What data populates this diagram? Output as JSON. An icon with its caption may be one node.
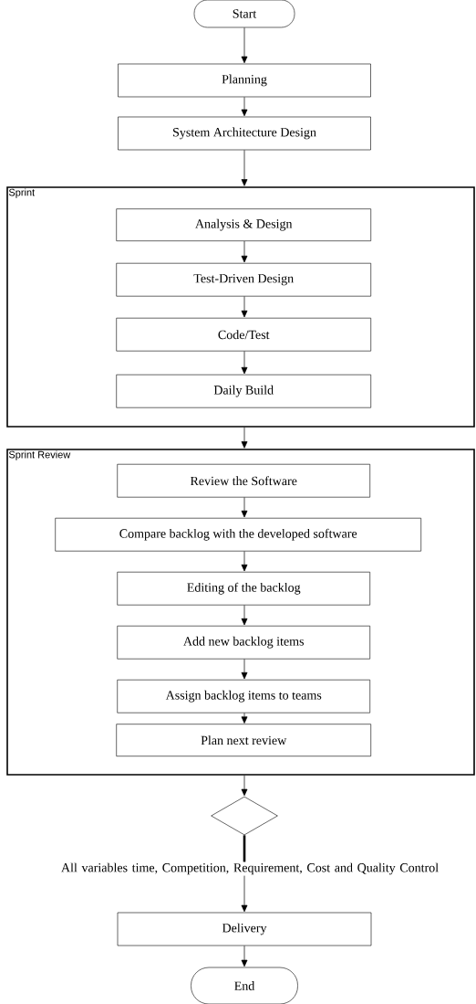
{
  "diagram": {
    "nodes": [
      {
        "text": [
          "Start"
        ]
      },
      {
        "text": [
          "Planning"
        ]
      },
      {
        "text": [
          "System Architecture Design"
        ]
      },
      {
        "text": [
          "Sprint"
        ]
      },
      {
        "text": [
          "Analysis & Design"
        ],
        "in": 3
      },
      {
        "text": [
          "Test-Driven Design"
        ],
        "in": 3
      },
      {
        "text": [
          "Code/Test"
        ],
        "in": 3
      },
      {
        "text": [
          "Daily Build"
        ],
        "in": 3
      },
      {
        "text": [
          "Sprint Review"
        ]
      },
      {
        "text": [
          "Review the Software"
        ],
        "in": 8
      },
      {
        "text": [
          "Compare backlog with the developed software"
        ],
        "in": 8
      },
      {
        "text": [
          "Editing of the backlog"
        ],
        "in": 8
      },
      {
        "text": [
          "Add new backlog items"
        ],
        "in": 8
      },
      {
        "text": [
          "Assign backlog items to teams"
        ],
        "in": 8
      },
      {
        "text": [
          "Plan next review"
        ],
        "in": 8
      },
      {
        "text": [],
        "shape": "diamond"
      },
      {
        "text": [
          "All variables time, Competition, Requirement, Cost and Quality Control"
        ]
      },
      {
        "text": [
          "Delivery"
        ]
      },
      {
        "text": [
          "End"
        ]
      }
    ],
    "edges": [
      {
        "from": 0,
        "to": 1,
        "arrow": "to"
      },
      {
        "from": 1,
        "to": 2,
        "arrow": "to"
      },
      {
        "from": 2,
        "to": 3,
        "arrow": "to"
      },
      {
        "from": 4,
        "to": 5,
        "arrow": "to"
      },
      {
        "from": 5,
        "to": 6,
        "arrow": "to"
      },
      {
        "from": 6,
        "to": 7,
        "arrow": "to"
      },
      {
        "from": 3,
        "to": 8,
        "arrow": "to"
      },
      {
        "from": 9,
        "to": 10,
        "arrow": "to"
      },
      {
        "from": 10,
        "to": 11,
        "arrow": "to"
      },
      {
        "from": 11,
        "to": 12,
        "arrow": "to"
      },
      {
        "from": 12,
        "to": 13,
        "arrow": "to"
      },
      {
        "from": 13,
        "to": 14,
        "arrow": "to"
      },
      {
        "from": 8,
        "to": 15,
        "arrow": "to"
      },
      {
        "from": 15,
        "to": 16,
        "arrow": "none",
        "style": "thick"
      },
      {
        "from": 16,
        "to": 17,
        "arrow": "to"
      },
      {
        "from": 17,
        "to": 18,
        "arrow": "to"
      }
    ]
  }
}
